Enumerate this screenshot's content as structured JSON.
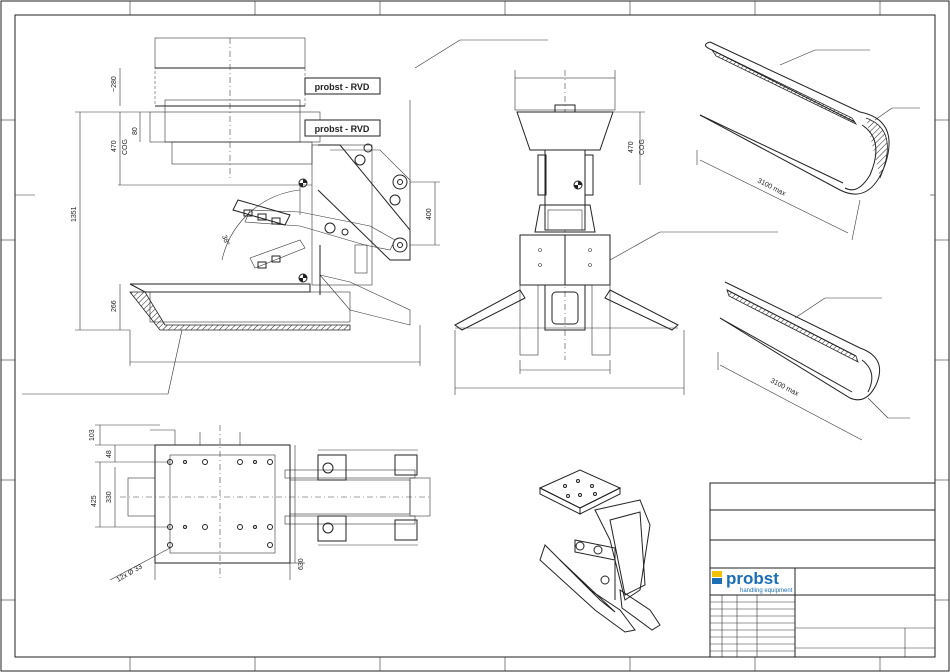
{
  "brand": {
    "name": "probst",
    "tagline": "handling equipment",
    "accent": "#1b6fb5",
    "accent2": "#f2c200"
  },
  "side_view": {
    "device_label_top": "probst - RVD",
    "device_label_bottom": "probst - RVD",
    "dims": {
      "d280": "~280",
      "d80": "80",
      "d470": "470",
      "cog": "COG",
      "d1351": "1351",
      "d266": "266",
      "d400": "400",
      "d38": "38°"
    }
  },
  "front_view": {
    "dims": {
      "d470": "470",
      "cog": "COG"
    }
  },
  "top_view": {
    "dims": {
      "d103": "103",
      "d48": "48",
      "d425": "425",
      "d330": "330",
      "d630": "630",
      "holes": "12x Ø 33"
    }
  },
  "pipes": {
    "pipe1_len": "3100 max",
    "pipe2_len": "3100 max"
  }
}
